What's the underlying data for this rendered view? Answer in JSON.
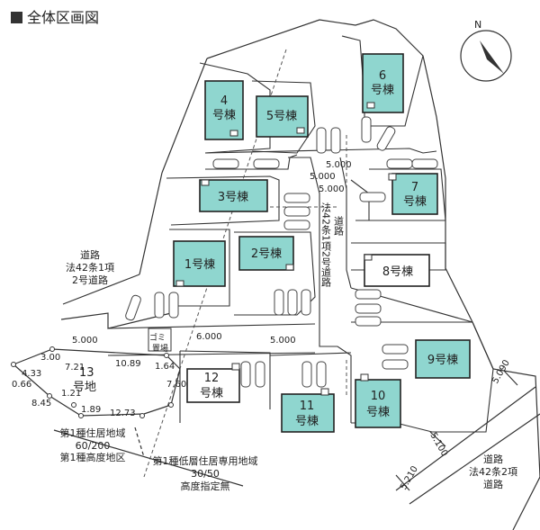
{
  "title": "全体区画図",
  "compass_label": "N",
  "houses": [
    {
      "id": "4",
      "label_top": "4",
      "label_bottom": "号棟",
      "style": "teal"
    },
    {
      "id": "5",
      "label_top": "5号棟",
      "label_bottom": "",
      "style": "teal"
    },
    {
      "id": "6",
      "label_top": "6",
      "label_bottom": "号棟",
      "style": "teal"
    },
    {
      "id": "3",
      "label_top": "3号棟",
      "label_bottom": "",
      "style": "teal"
    },
    {
      "id": "7",
      "label_top": "7",
      "label_bottom": "号棟",
      "style": "teal"
    },
    {
      "id": "1",
      "label_top": "1号棟",
      "label_bottom": "",
      "style": "teal"
    },
    {
      "id": "2",
      "label_top": "2号棟",
      "label_bottom": "",
      "style": "teal"
    },
    {
      "id": "8",
      "label_top": "8号棟",
      "label_bottom": "",
      "style": "white"
    },
    {
      "id": "9",
      "label_top": "9号棟",
      "label_bottom": "",
      "style": "teal"
    },
    {
      "id": "12",
      "label_top": "12",
      "label_bottom": "号棟",
      "style": "white"
    },
    {
      "id": "11",
      "label_top": "11",
      "label_bottom": "号棟",
      "style": "teal"
    },
    {
      "id": "10",
      "label_top": "10",
      "label_bottom": "号棟",
      "style": "teal"
    }
  ],
  "lot13": {
    "top": "13",
    "bottom": "号地"
  },
  "roads": {
    "left_label": [
      "道路",
      "法42条1項",
      "2号道路"
    ],
    "center_label": [
      "道路",
      "法42条1項2号道路"
    ],
    "bottom_right_label": [
      "道路",
      "法42条2項",
      "道路"
    ]
  },
  "garbage": [
    "ゴミ",
    "置場"
  ],
  "dimensions": {
    "d1": "5.000",
    "d2": "5.000",
    "d3": "5.000",
    "d4": "5.000",
    "d5": "6.000",
    "d6": "5.000",
    "d7": "3.00",
    "d8": "7.21",
    "d9": "10.89",
    "d10": "1.64",
    "d11": "7.60",
    "d12": "0.66",
    "d13": "4.33",
    "d14": "8.45",
    "d15": "1.21",
    "d16": "1.89",
    "d17": "12.73",
    "d18": "5.090",
    "d19": "5.100",
    "d20": "5.210"
  },
  "zones": {
    "left": [
      "第1種住居地域",
      "60/200",
      "第1種高度地区"
    ],
    "right": [
      "第1種低層住居専用地域",
      "30/50",
      "高度指定無"
    ]
  },
  "colors": {
    "house_fill": "#8fd6cf",
    "line": "#333333"
  }
}
